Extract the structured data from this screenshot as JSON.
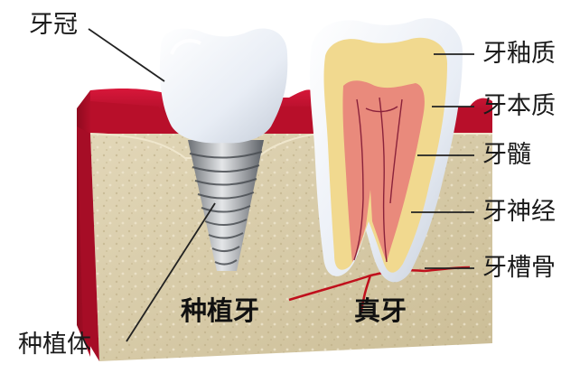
{
  "labels": {
    "crown": "牙冠",
    "enamel": "牙釉质",
    "dentin": "牙本质",
    "pulp": "牙髓",
    "nerve": "牙神经",
    "alveolar_bone": "牙槽骨",
    "implant_body": "种植体",
    "implant_tooth": "种植牙",
    "natural_tooth": "真牙"
  },
  "colors": {
    "gum": "#c8102e",
    "gum_dark": "#8f0a1f",
    "bone": "#d8ccaa",
    "enamel": "#eef2f8",
    "dentin": "#f2dc9a",
    "pulp": "#e98a7c",
    "nerve": "#c0101c",
    "implant_metal": "#b9bcc0",
    "leader_line": "#222222"
  }
}
